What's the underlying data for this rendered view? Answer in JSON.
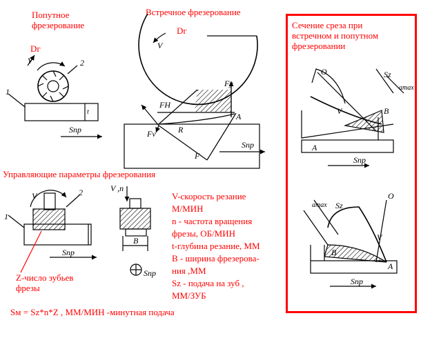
{
  "titles": {
    "climb": [
      "Попутное",
      "фрезерование"
    ],
    "conventional": "Встречное фрезерование",
    "section": [
      "Сечение среза при",
      "встречном и попутном",
      "фрезеровании"
    ],
    "params": "Управляющие параметры фрезерования"
  },
  "labels": {
    "dr1": "Dг",
    "dr2": "Dг",
    "z_count": [
      "Z-число зубьев",
      "фрезы"
    ],
    "v_n": "V ,n"
  },
  "legend": [
    "V-скорость резание",
    "М/МИН",
    "n - частота вращения",
    "фрезы, ОБ/МИН",
    "t-глубина резание, ММ",
    "В - ширина фрезерова-",
    "ния ,ММ",
    "Sz - подача на зуб ,",
    "ММ/ЗУБ"
  ],
  "formula": "Sм = Sz*n*Z , ММ/МИН -минутная подача",
  "diagram_marks": {
    "v": "V",
    "num1": "1",
    "num2": "2",
    "snp": "Sпр",
    "fy": "Fy",
    "fh": "FH",
    "fv": "Fv",
    "f": "F",
    "r": "R",
    "a": "A",
    "b": "B",
    "o": "O",
    "sz": "Sz",
    "amax": "amax",
    "t": "t"
  },
  "colors": {
    "accent": "#ff0000",
    "ink": "#000000"
  }
}
